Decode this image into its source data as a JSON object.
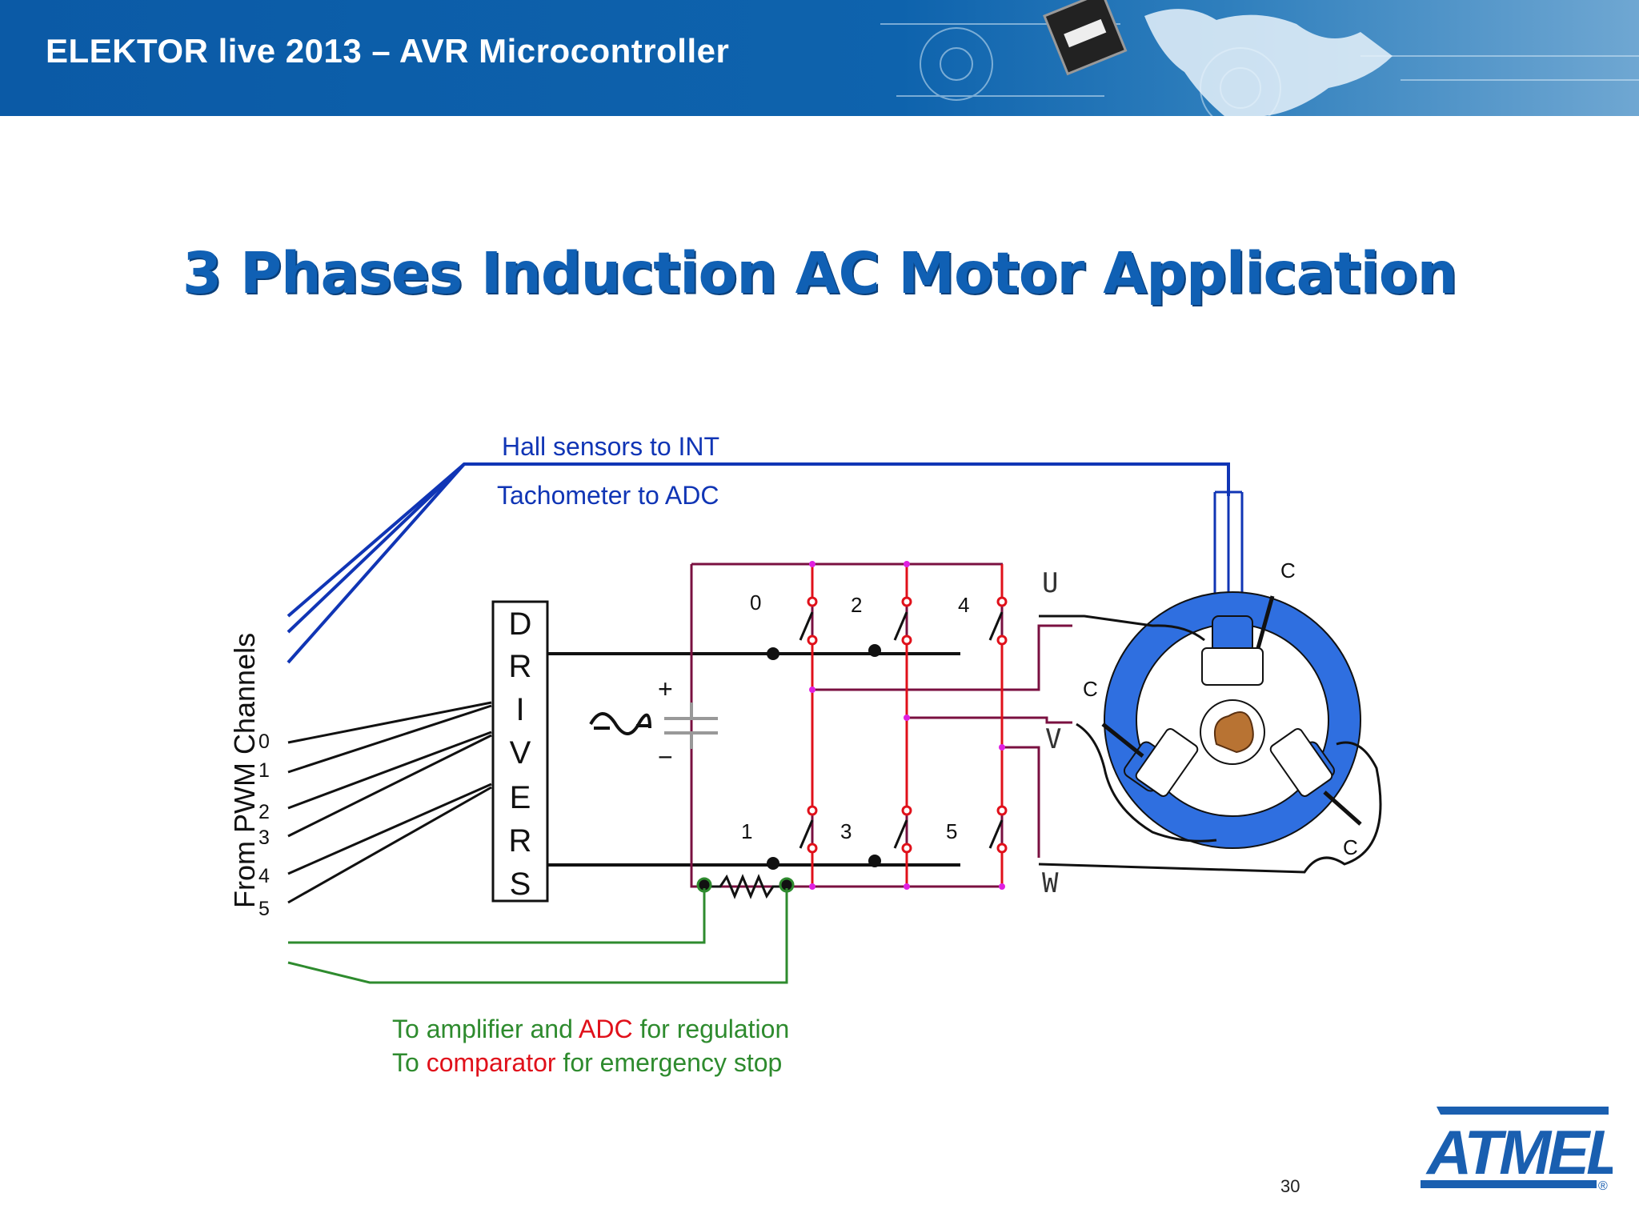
{
  "header": {
    "title": "ELEKTOR live 2013 – AVR Microcontroller"
  },
  "slide": {
    "title": "3 Phases Induction AC  Motor Application",
    "page_number": "30"
  },
  "diagram": {
    "hall_label": "Hall sensors to INT",
    "tacho_label": "Tachometer to ADC",
    "pwm_label": "From PWM Channels",
    "channel_numbers": [
      "0",
      "1",
      "2",
      "3",
      "4",
      "5"
    ],
    "drivers_letters": [
      "D",
      "R",
      "I",
      "V",
      "E",
      "R",
      "S"
    ],
    "cap_plus": "+",
    "cap_minus": "−",
    "switch_numbers": [
      "0",
      "2",
      "4",
      "1",
      "3",
      "5"
    ],
    "phase_labels": [
      "U",
      "V",
      "W"
    ],
    "coil_labels": [
      "C",
      "C",
      "C"
    ],
    "note_line1": {
      "a": "To amplifier and ",
      "b": "ADC",
      "c": " for regulation"
    },
    "note_line2": {
      "a": "To ",
      "b": "comparator",
      "c": " for emergency stop"
    }
  },
  "logo": {
    "text": "ATMEL",
    "registered": "®"
  },
  "colors": {
    "header_blue": "#0e63ad",
    "title_blue": "#1060b4",
    "hall_blue": "#1035b5",
    "wire_maroon": "#7a1040",
    "wire_red": "#e0101a",
    "green": "#2e8b2e",
    "stator_blue": "#2f6fe0",
    "junction_magenta": "#e020e0"
  }
}
